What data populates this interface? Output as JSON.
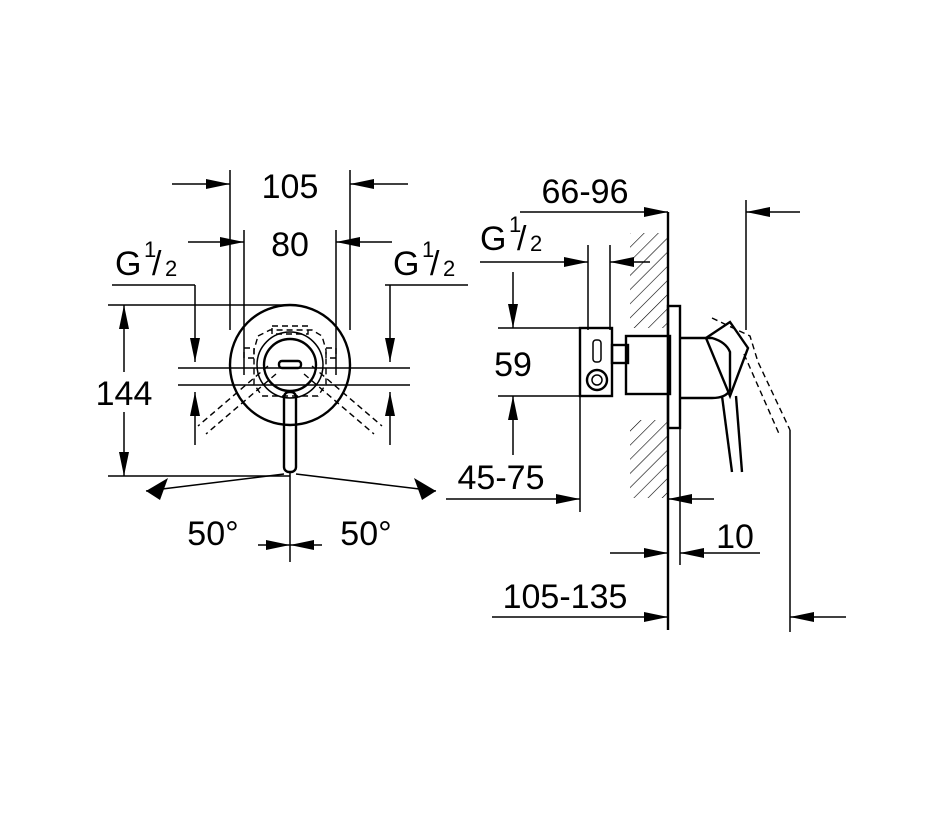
{
  "front_view": {
    "width_outer": "105",
    "width_inner": "80",
    "thread_left": {
      "base": "G",
      "num": "1",
      "den": "2"
    },
    "thread_right": {
      "base": "G",
      "num": "1",
      "den": "2"
    },
    "height": "144",
    "angle_left": "50°",
    "angle_right": "50°"
  },
  "side_view": {
    "wall_depth": "66-96",
    "thread": {
      "base": "G",
      "num": "1",
      "den": "2"
    },
    "inlet_height": "59",
    "rough_depth": "45-75",
    "plate": "10",
    "total_depth": "105-135"
  }
}
